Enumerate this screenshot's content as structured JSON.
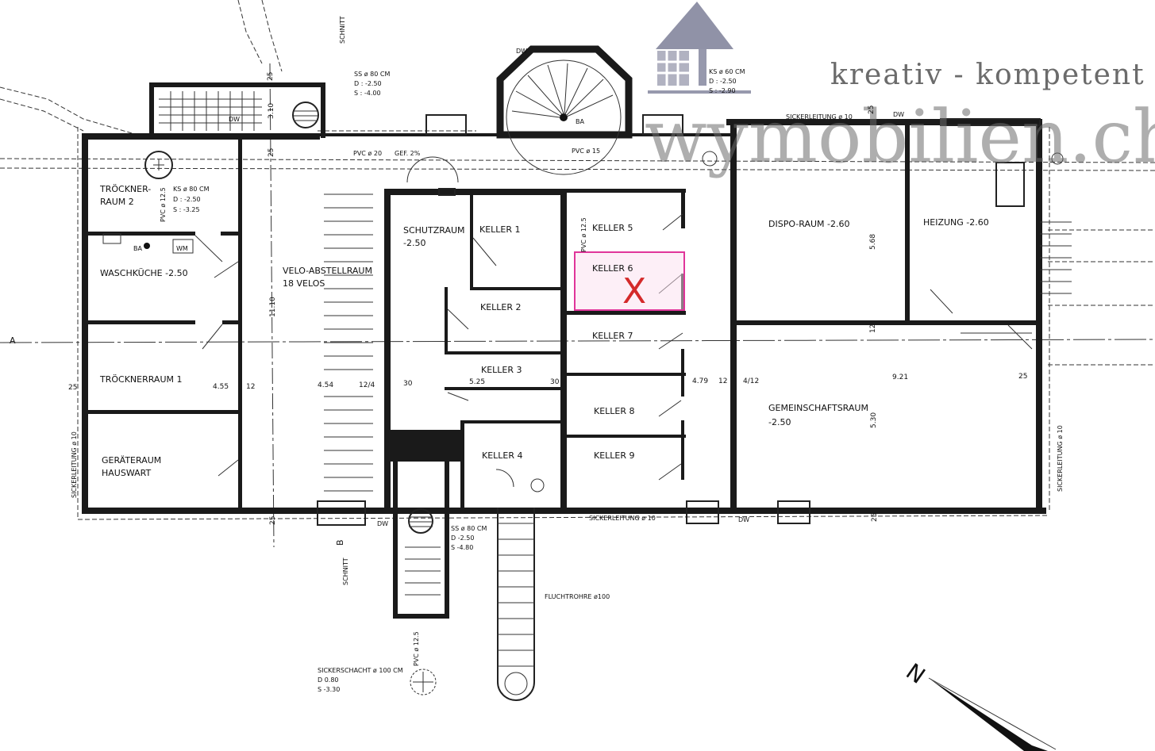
{
  "brand": {
    "tagline": "kreativ - kompetent",
    "domain": "wymobilien.ch",
    "logo_color": "#7d7f98",
    "text_color": "#6b6b6b"
  },
  "rooms": {
    "trocknerraum2": [
      "TRÖCKNER-",
      "RAUM 2"
    ],
    "waschkueche": "WASCHKÜCHE -2.50",
    "trocknerraum1": "TRÖCKNERRAUM 1",
    "geraeteraum": [
      "GERÄTERAUM",
      "HAUSWART"
    ],
    "velo": [
      "VELO-ABSTELLRAUM",
      "18 VELOS"
    ],
    "schutzraum": [
      "SCHUTZRAUM",
      "-2.50"
    ],
    "keller1": "KELLER 1",
    "keller2": "KELLER 2",
    "keller3": "KELLER 3",
    "keller4": "KELLER 4",
    "keller5": "KELLER 5",
    "keller6": "KELLER 6",
    "keller7": "KELLER 7",
    "keller8": "KELLER 8",
    "keller9": "KELLER 9",
    "dispo": "DISPO-RAUM -2.60",
    "heizung": "HEIZUNG -2.60",
    "gemeinschaft": [
      "GEMEINSCHAFTSRAUM",
      "-2.50"
    ]
  },
  "highlight": {
    "room": "KELLER 6",
    "mark": "X",
    "color": "#e0359a",
    "mark_color": "#d42a2a"
  },
  "annotations": {
    "ks_left": [
      "KS ø 80 CM",
      "D : -2.50",
      "S : -3.25"
    ],
    "ss_top": [
      "SS ø 80 CM",
      "D : -2.50",
      "S : -4.00"
    ],
    "ks_top_right": [
      "KS ø 60 CM",
      "D : -2.50",
      "S : -2.90"
    ],
    "ss_bottom": [
      "SS ø 80 CM",
      "D -2.50",
      "S -4.80"
    ],
    "sickerschacht": [
      "SICKERSCHACHT ø 100 CM",
      "D 0.80",
      "S -3.30"
    ],
    "pvc_20": "PVC ø 20",
    "gef": "GEF. 2%",
    "pvc_15": "PVC ø 15",
    "pvc_125_left": "PVC ø 12.5",
    "pvc_125_keller": "PVC ø 12.5",
    "pvc_125_bottom": "PVC ø 12.5",
    "sickerleitung_top": "SICKERLEITUNG ø 10",
    "sickerleitung_bottom": "SICKERLEITUNG ø 10",
    "sickerleitung_left": "SICKERLEITUNG ø 10",
    "sickerleitung_right": "SICKERLEITUNG ø 10",
    "fluchtrohre": "FLUCHTROHRE ø100",
    "schnitt_top": "SCHNITT",
    "schnitt_bottom": "SCHNITT",
    "schnitt_b": "B",
    "schnitt_a": "A",
    "dw": "DW",
    "ba": "BA",
    "wm": "WM",
    "north": "N"
  },
  "dimensions": {
    "d25a": "25",
    "d455": "4.55",
    "d12a": "12",
    "d454": "4.54",
    "d124": "12/4",
    "d30a": "30",
    "d525": "5.25",
    "d30b": "30",
    "d479": "4.79",
    "d12b": "12",
    "d412": "4/12",
    "d921": "9.21",
    "d25b": "25",
    "d1110": "11.10",
    "d568": "5.68",
    "d12c": "12",
    "d530": "5.30",
    "d25c": "25",
    "d25d": "25",
    "d25e": "25",
    "d25f": "25",
    "d310": "3.10",
    "d25g": "25"
  }
}
